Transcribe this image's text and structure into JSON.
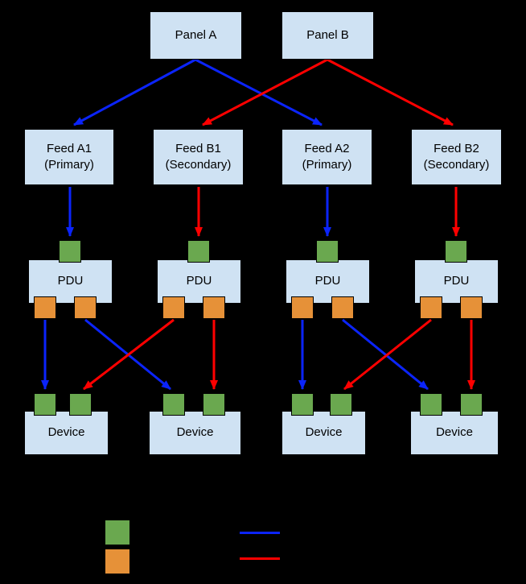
{
  "diagram": {
    "title": "",
    "colors": {
      "background": "#000000",
      "node_fill": "#cfe2f3",
      "input_port": "#6aa84f",
      "output_port": "#e69138",
      "primary_path": "#0b24fb",
      "secondary_path": "#ff0000"
    },
    "panels": [
      {
        "label": "Panel A"
      },
      {
        "label": "Panel B"
      }
    ],
    "feeds": [
      {
        "line1": "Feed A1",
        "line2": "(Primary)"
      },
      {
        "line1": "Feed B1",
        "line2": "(Secondary)"
      },
      {
        "line1": "Feed A2",
        "line2": "(Primary)"
      },
      {
        "line1": "Feed B2",
        "line2": "(Secondary)"
      }
    ],
    "pdus": [
      {
        "label": "PDU"
      },
      {
        "label": "PDU"
      },
      {
        "label": "PDU"
      },
      {
        "label": "PDU"
      }
    ],
    "devices": [
      {
        "label": "Device"
      },
      {
        "label": "Device"
      },
      {
        "label": "Device"
      },
      {
        "label": "Device"
      }
    ],
    "legend": {
      "swatches": [
        {
          "name": "input-port",
          "color": "#6aa84f"
        },
        {
          "name": "output-port",
          "color": "#e69138"
        },
        {
          "name": "primary-path-line",
          "color": "#0b24fb"
        },
        {
          "name": "secondary-path-line",
          "color": "#ff0000"
        }
      ]
    }
  }
}
